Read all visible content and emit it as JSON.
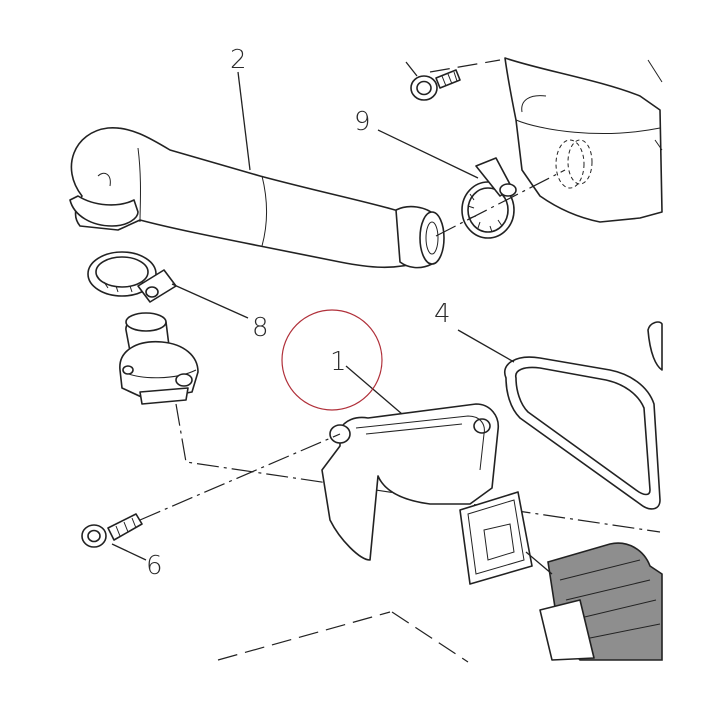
{
  "callouts": [
    {
      "id": "c1",
      "label": "1"
    },
    {
      "id": "c2",
      "label": "2"
    },
    {
      "id": "c4",
      "label": "4"
    },
    {
      "id": "c6",
      "label": "6"
    },
    {
      "id": "c8",
      "label": "8"
    },
    {
      "id": "c9",
      "label": "9"
    }
  ],
  "highlight_color": "#b0303a"
}
